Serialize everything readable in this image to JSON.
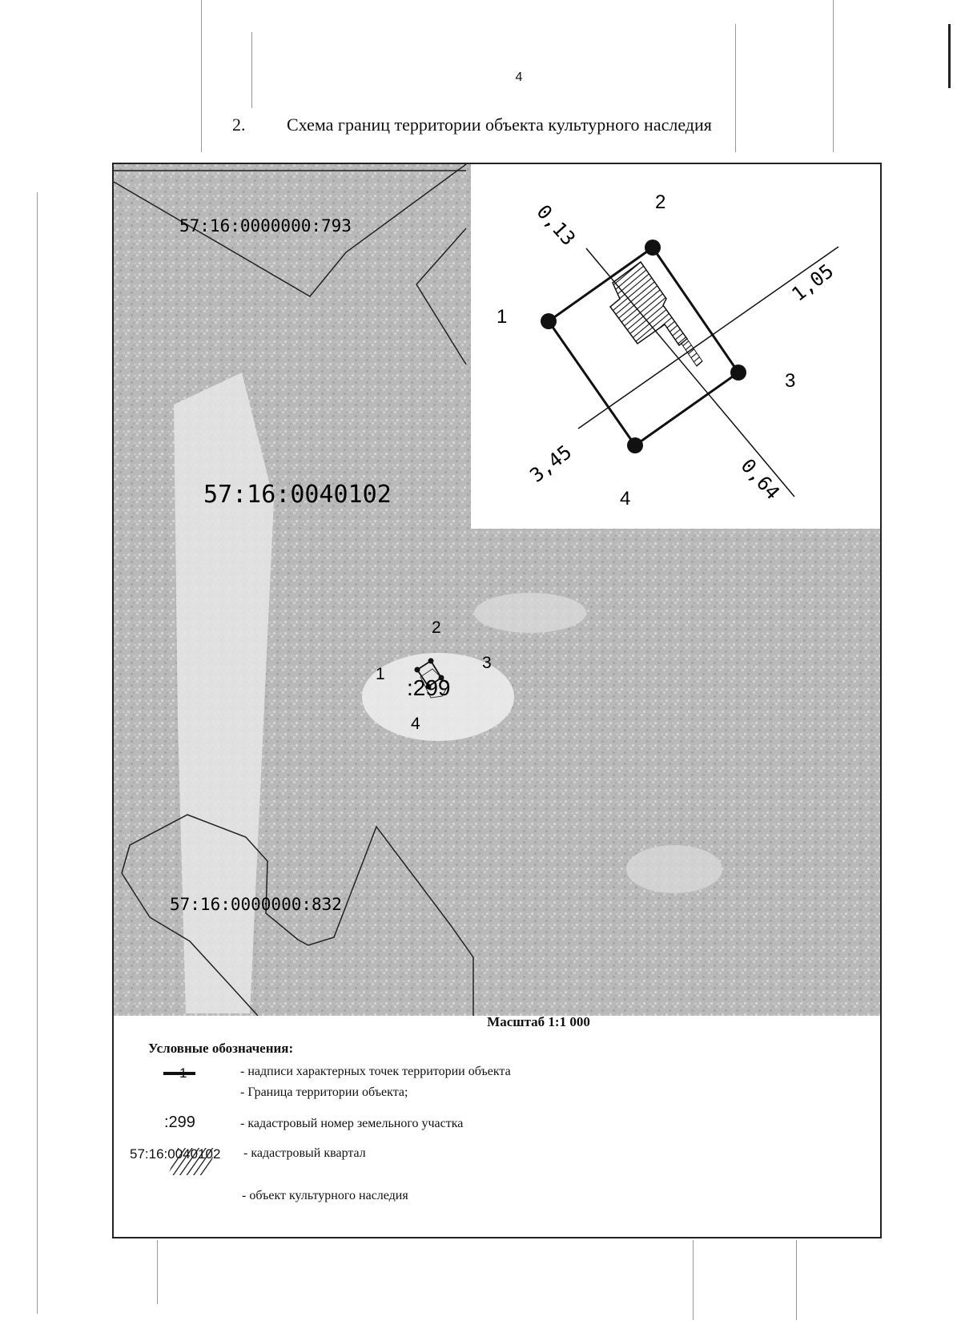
{
  "page_number": "4",
  "heading": {
    "number": "2.",
    "title": "Схема границ территории объекта культурного наследия"
  },
  "map": {
    "quarter_label": "57:16:0040102",
    "parcels": [
      {
        "label": "57:16:0000000:793"
      },
      {
        "label": "57:16:0000000:832"
      }
    ],
    "parcel_short_label": ":299",
    "points_main": [
      "1",
      "2",
      "3",
      "4"
    ],
    "inset": {
      "points": [
        "1",
        "2",
        "3",
        "4"
      ],
      "dimensions": [
        "0,13",
        "1,05",
        "3,45",
        "0,64"
      ]
    }
  },
  "scale_text": "Масштаб 1:1 000",
  "legend": {
    "title": "Условные обозначения:",
    "items": [
      {
        "symbol": "1",
        "text": "- надписи характерных точек территории объекта"
      },
      {
        "symbol": "",
        "text": "- Граница территории объекта;"
      },
      {
        "symbol": ":299",
        "text": "-  кадастровый номер земельного участка"
      },
      {
        "symbol": "57:16:0040102",
        "text": "-  кадастровый квартал"
      },
      {
        "symbol": "",
        "text": "- объект культурного наследия"
      }
    ]
  },
  "colors": {
    "background": "#bdbdbd",
    "ink": "#111111"
  }
}
